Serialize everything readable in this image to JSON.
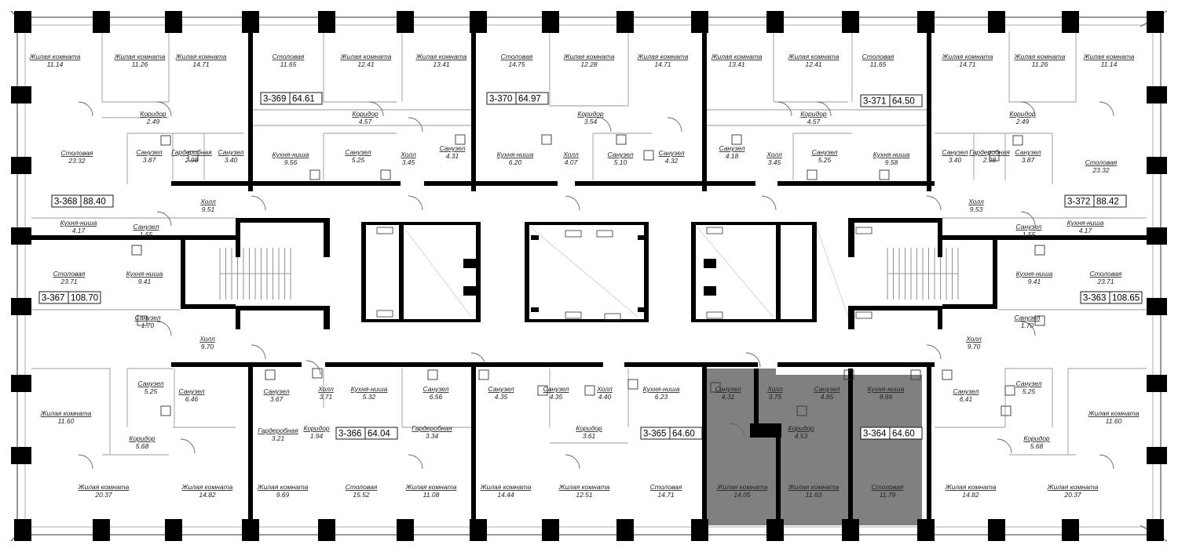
{
  "floor_plan": {
    "apartments": [
      {
        "id": "3-368",
        "area": "88.40"
      },
      {
        "id": "3-369",
        "area": "64.61"
      },
      {
        "id": "3-370",
        "area": "64.97"
      },
      {
        "id": "3-371",
        "area": "64.50"
      },
      {
        "id": "3-372",
        "area": "88.42"
      },
      {
        "id": "3-367",
        "area": "108.70"
      },
      {
        "id": "3-363",
        "area": "108.65"
      },
      {
        "id": "3-366",
        "area": "64.04"
      },
      {
        "id": "3-365",
        "area": "64.60"
      },
      {
        "id": "3-364",
        "area": "64.60"
      }
    ],
    "highlighted_apartment": "3-364",
    "rooms": [
      {
        "name": "Жилая комната",
        "area": "11.14"
      },
      {
        "name": "Жилая комната",
        "area": "11.26"
      },
      {
        "name": "Жилая комната",
        "area": "14.71"
      },
      {
        "name": "Столовая",
        "area": "11.65"
      },
      {
        "name": "Жилая комната",
        "area": "12.41"
      },
      {
        "name": "Жилая комната",
        "area": "13.41"
      },
      {
        "name": "Столовая",
        "area": "14.75"
      },
      {
        "name": "Жилая комната",
        "area": "12.28"
      },
      {
        "name": "Жилая комната",
        "area": "14.71"
      },
      {
        "name": "Жилая комната",
        "area": "13.41"
      },
      {
        "name": "Жилая комната",
        "area": "12.41"
      },
      {
        "name": "Столовая",
        "area": "11.65"
      },
      {
        "name": "Жилая комната",
        "area": "14.71"
      },
      {
        "name": "Жилая комната",
        "area": "11.26"
      },
      {
        "name": "Жилая комната",
        "area": "11.14"
      },
      {
        "name": "Коридор",
        "area": "2.49"
      },
      {
        "name": "Коридор",
        "area": "4.57"
      },
      {
        "name": "Коридор",
        "area": "3.54"
      },
      {
        "name": "Коридор",
        "area": "4.57"
      },
      {
        "name": "Коридор",
        "area": "2.49"
      },
      {
        "name": "Столовая",
        "area": "23.32"
      },
      {
        "name": "Санузел",
        "area": "3.87"
      },
      {
        "name": "Гардеробная",
        "area": "2.98"
      },
      {
        "name": "Санузел",
        "area": "3.40"
      },
      {
        "name": "Кухня-ниша",
        "area": "9.56"
      },
      {
        "name": "Санузел",
        "area": "5.25"
      },
      {
        "name": "Холл",
        "area": "3.45"
      },
      {
        "name": "Санузел",
        "area": "4.31"
      },
      {
        "name": "Кухня-ниша",
        "area": "6.20"
      },
      {
        "name": "Холл",
        "area": "4.07"
      },
      {
        "name": "Санузел",
        "area": "5.10"
      },
      {
        "name": "Санузел",
        "area": "4.32"
      },
      {
        "name": "Санузел",
        "area": "4.18"
      },
      {
        "name": "Холл",
        "area": "3.45"
      },
      {
        "name": "Санузел",
        "area": "5.25"
      },
      {
        "name": "Кухня-ниша",
        "area": "9.58"
      },
      {
        "name": "Санузел",
        "area": "3.40"
      },
      {
        "name": "Гардеробная",
        "area": "2.98"
      },
      {
        "name": "Санузел",
        "area": "3.87"
      },
      {
        "name": "Столовая",
        "area": "23.32"
      },
      {
        "name": "Холл",
        "area": "9.51"
      },
      {
        "name": "Холл",
        "area": "9.53"
      },
      {
        "name": "Кухня-ниша",
        "area": "4.17"
      },
      {
        "name": "Санузел",
        "area": "1.55"
      },
      {
        "name": "Санузел",
        "area": "1.55"
      },
      {
        "name": "Кухня-ниша",
        "area": "4.17"
      },
      {
        "name": "Столовая",
        "area": "23.71"
      },
      {
        "name": "Кухня-ниша",
        "area": "9.41"
      },
      {
        "name": "Кухня-ниша",
        "area": "9.41"
      },
      {
        "name": "Столовая",
        "area": "23.71"
      },
      {
        "name": "Санузел",
        "area": "1.70"
      },
      {
        "name": "Санузел",
        "area": "1.70"
      },
      {
        "name": "Холл",
        "area": "9.70"
      },
      {
        "name": "Холл",
        "area": "9.70"
      },
      {
        "name": "Санузел",
        "area": "5.25"
      },
      {
        "name": "Санузел",
        "area": "6.46"
      },
      {
        "name": "Санузел",
        "area": "3.67"
      },
      {
        "name": "Холл",
        "area": "3.71"
      },
      {
        "name": "Кухня-ниша",
        "area": "5.32"
      },
      {
        "name": "Санузел",
        "area": "6.56"
      },
      {
        "name": "Санузел",
        "area": "4.35"
      },
      {
        "name": "Санузел",
        "area": "4.35"
      },
      {
        "name": "Холл",
        "area": "4.40"
      },
      {
        "name": "Кухня-ниша",
        "area": "6.23"
      },
      {
        "name": "Санузел",
        "area": "4.31"
      },
      {
        "name": "Холл",
        "area": "3.75"
      },
      {
        "name": "Санузел",
        "area": "4.85"
      },
      {
        "name": "Кухня-ниша",
        "area": "9.69"
      },
      {
        "name": "Санузел",
        "area": "6.41"
      },
      {
        "name": "Санузел",
        "area": "5.25"
      },
      {
        "name": "Жилая комната",
        "area": "11.60"
      },
      {
        "name": "Жилая комната",
        "area": "11.60"
      },
      {
        "name": "Коридор",
        "area": "5.68"
      },
      {
        "name": "Гардеробная",
        "area": "3.21"
      },
      {
        "name": "Коридор",
        "area": "1.94"
      },
      {
        "name": "Гардеробная",
        "area": "3.34"
      },
      {
        "name": "Коридор",
        "area": "3.61"
      },
      {
        "name": "Коридор",
        "area": "4.53"
      },
      {
        "name": "Коридор",
        "area": "5.68"
      },
      {
        "name": "Жилая комната",
        "area": "20.37"
      },
      {
        "name": "Жилая комната",
        "area": "14.82"
      },
      {
        "name": "Жилая комната",
        "area": "9.69"
      },
      {
        "name": "Столовая",
        "area": "15.52"
      },
      {
        "name": "Жилая комната",
        "area": "11.08"
      },
      {
        "name": "Жилая комната",
        "area": "14.44"
      },
      {
        "name": "Жилая комната",
        "area": "12.51"
      },
      {
        "name": "Столовая",
        "area": "14.71"
      },
      {
        "name": "Жилая комната",
        "area": "14.05"
      },
      {
        "name": "Жилая комната",
        "area": "11.63"
      },
      {
        "name": "Столовая",
        "area": "11.79"
      },
      {
        "name": "Жилая комната",
        "area": "14.82"
      },
      {
        "name": "Жилая комната",
        "area": "20.37"
      }
    ],
    "colors": {
      "wall": "#000000",
      "highlight": "#808080",
      "thin_line": "#9a9a9a",
      "background": "#ffffff"
    }
  }
}
